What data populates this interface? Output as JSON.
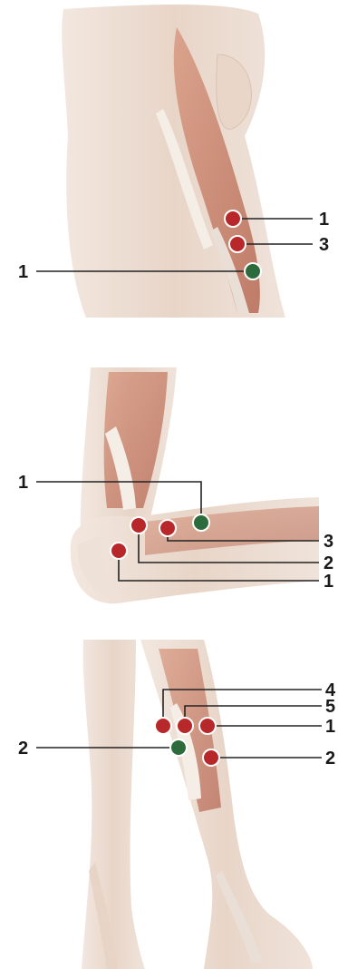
{
  "colors": {
    "background": "#ffffff",
    "skin_light": "#efe3da",
    "skin_mid": "#e4cfc2",
    "muscle": "#c98a72",
    "muscle_dark": "#a95d48",
    "tendon": "#f3ece4",
    "point_red": "#b8282a",
    "point_green": "#2e6b3c",
    "point_ring": "#ffffff",
    "leader_line": "#222222"
  },
  "panels": {
    "top": {
      "name": "upper-arm-side-view",
      "labels": [
        "1",
        "3",
        "1"
      ],
      "points": [
        {
          "id": "1",
          "color": "red"
        },
        {
          "id": "3",
          "color": "red"
        },
        {
          "id": "1",
          "color": "green"
        }
      ]
    },
    "middle": {
      "name": "bent-elbow-view",
      "labels": [
        "1",
        "3",
        "2",
        "1"
      ],
      "points": [
        {
          "id": "1",
          "color": "green"
        },
        {
          "id": "3",
          "color": "red"
        },
        {
          "id": "2",
          "color": "red"
        },
        {
          "id": "1",
          "color": "red"
        }
      ]
    },
    "bottom": {
      "name": "forearm-view",
      "labels": [
        "4",
        "5",
        "1",
        "2",
        "2"
      ],
      "points": [
        {
          "id": "4",
          "color": "red"
        },
        {
          "id": "5",
          "color": "red"
        },
        {
          "id": "1",
          "color": "red"
        },
        {
          "id": "2",
          "color": "green"
        },
        {
          "id": "2",
          "color": "red"
        }
      ]
    }
  }
}
